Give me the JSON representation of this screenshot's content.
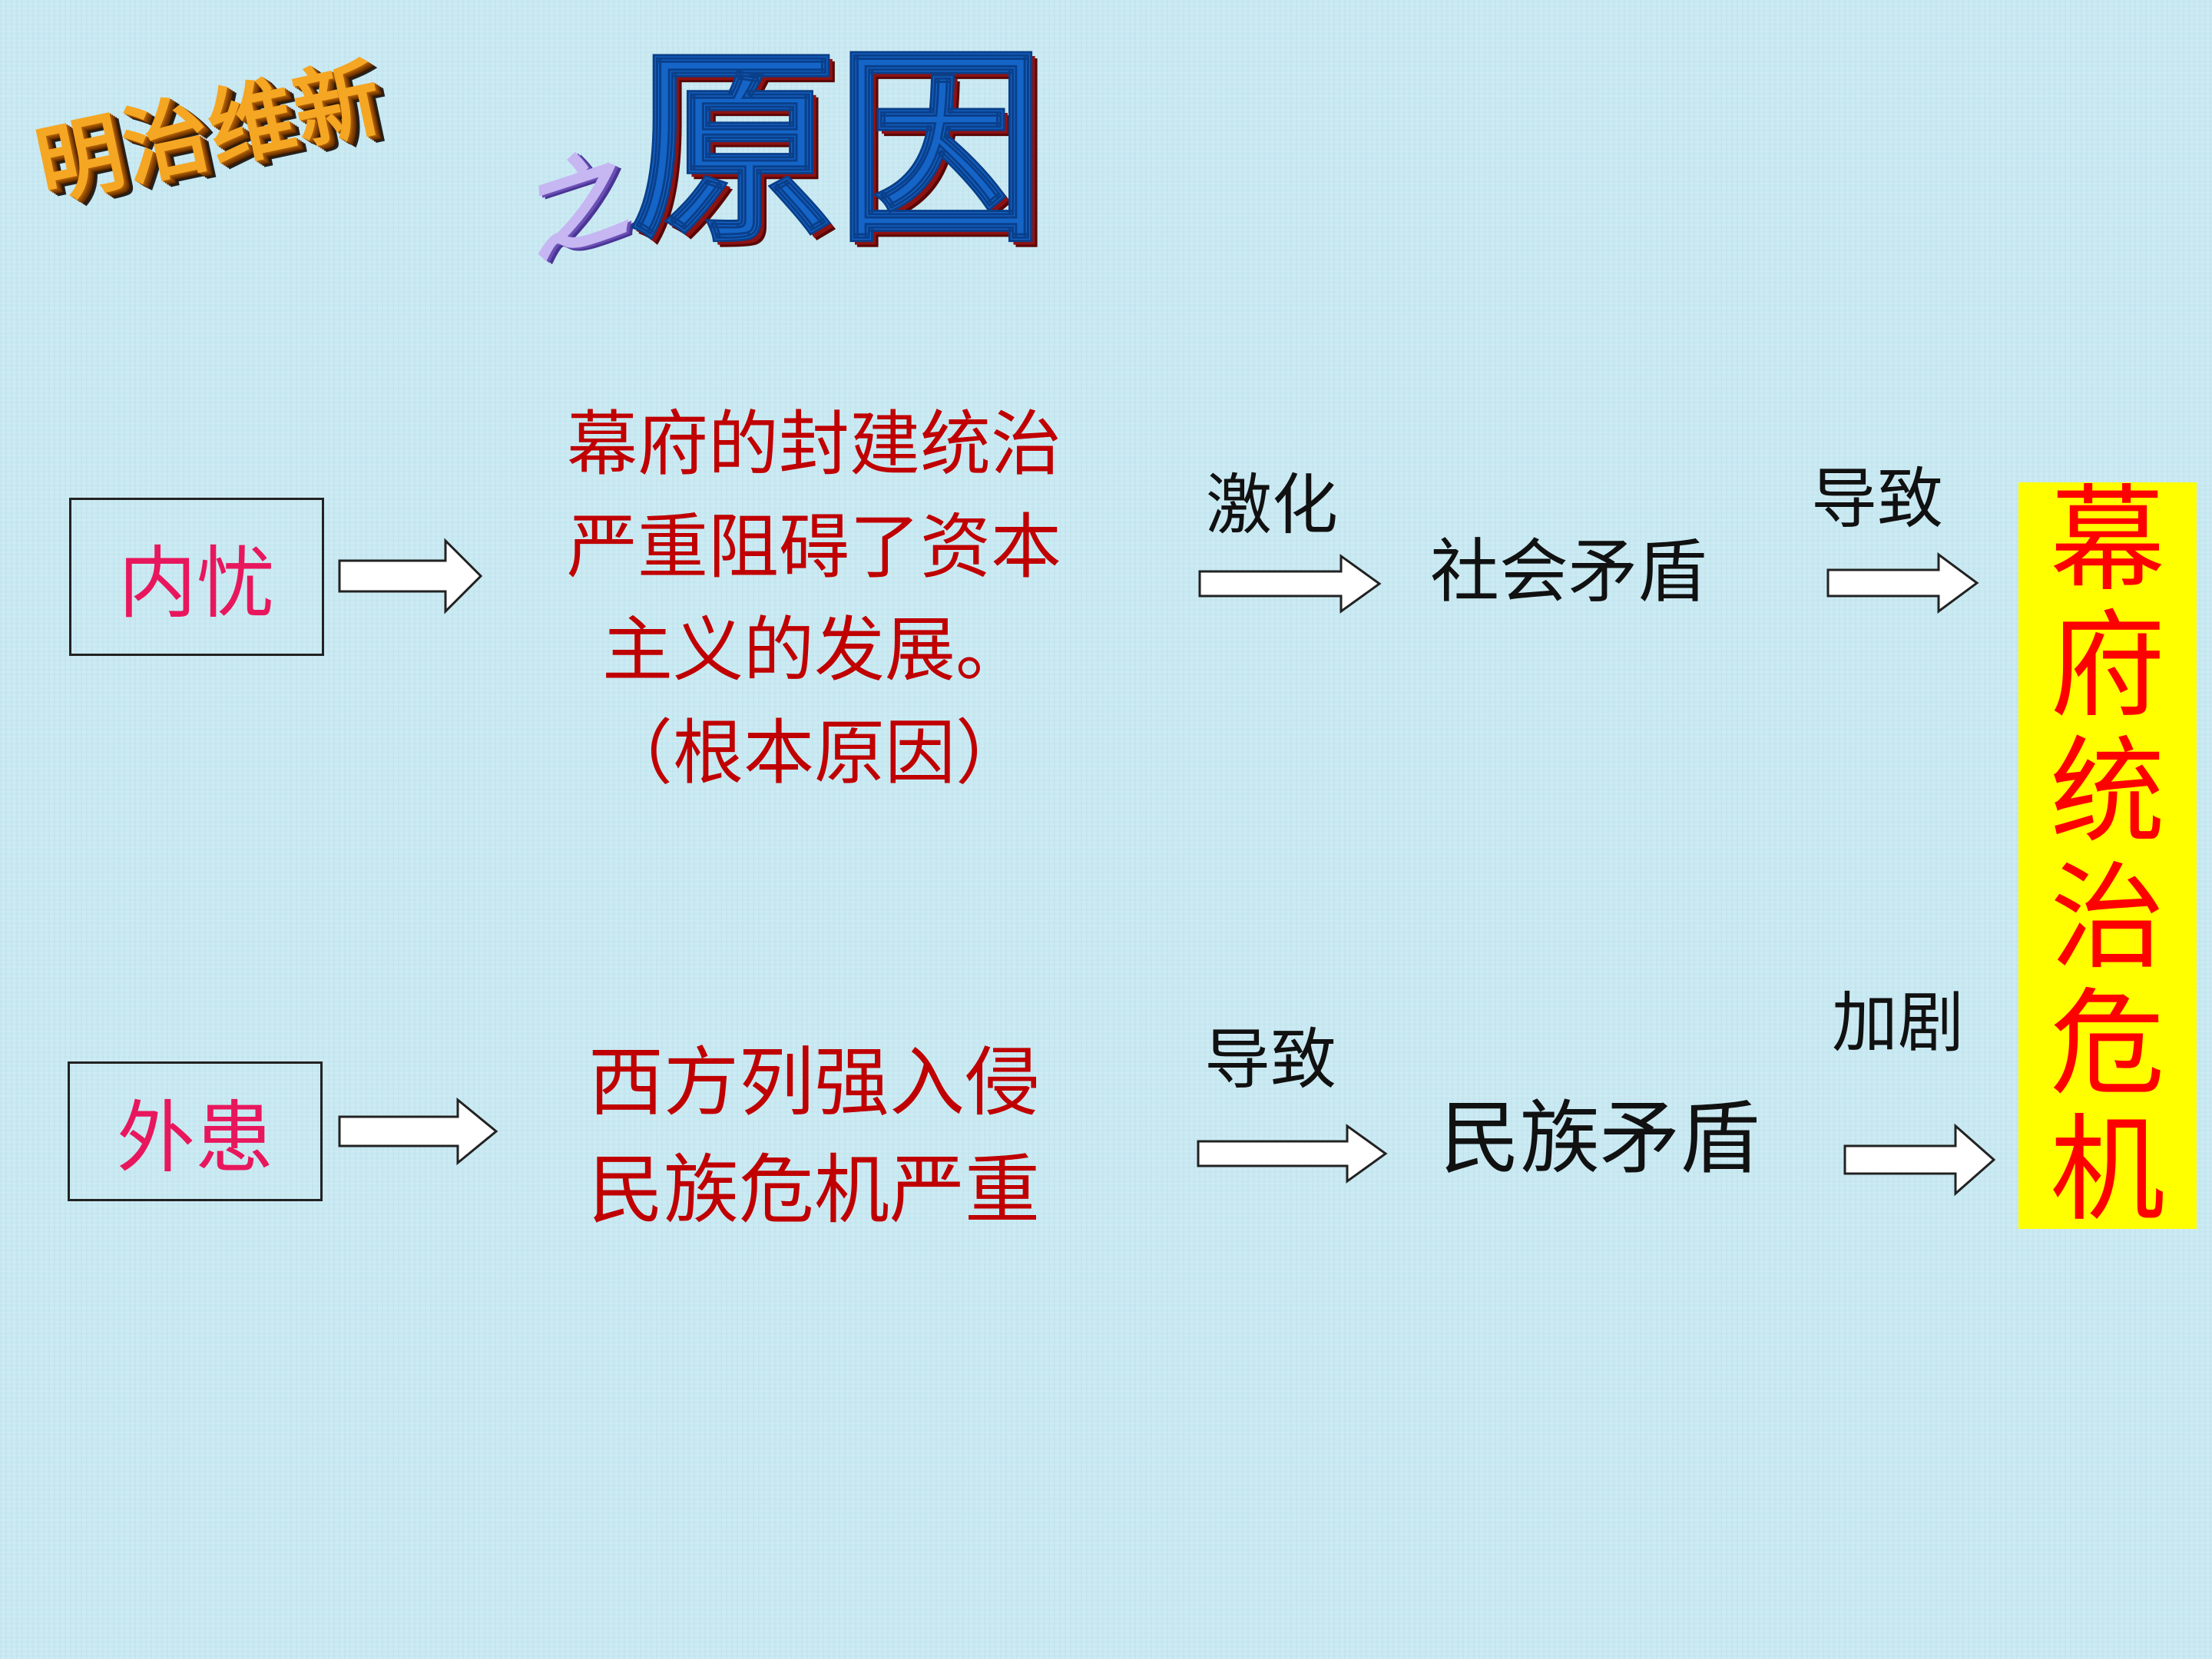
{
  "title": {
    "main": "明治维新",
    "connector": "之",
    "subtitle": "原因"
  },
  "internal": {
    "label": "内忧",
    "description_lines": [
      "幕府的封建统治",
      "严重阻碍了资本",
      "主义的发展。",
      "（根本原因）"
    ],
    "arrow_label_1": "激化",
    "result": "社会矛盾",
    "arrow_label_2": "导致"
  },
  "external": {
    "label": "外患",
    "description_lines": [
      "西方列强入侵",
      "民族危机严重"
    ],
    "arrow_label_1": "导致",
    "result": "民族矛盾",
    "arrow_label_2": "加剧"
  },
  "outcome": {
    "text": "幕府统治危机"
  },
  "colors": {
    "background": "#c8e9f2",
    "category_text": "#e8175d",
    "description_text": "#c00000",
    "outcome_box": "#ffff00",
    "outcome_text": "#ff0000",
    "title_main": "#f5a623",
    "title_subtitle": "#1565c8"
  }
}
